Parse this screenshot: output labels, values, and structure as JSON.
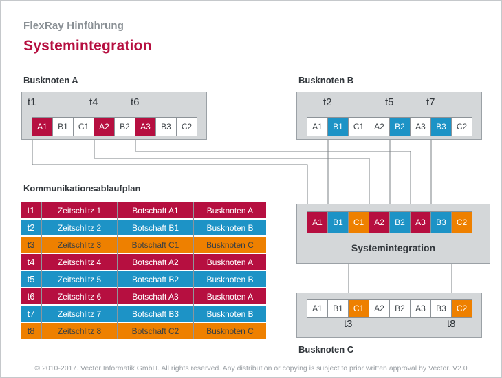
{
  "header": {
    "subtitle": "FlexRay Hinführung",
    "title": "Systemintegration"
  },
  "nodes": {
    "a": {
      "label": "Busknoten A",
      "time_labels": [
        {
          "label": "t1",
          "slot": 0
        },
        {
          "label": "t4",
          "slot": 3
        },
        {
          "label": "t6",
          "slot": 5
        }
      ],
      "slots": [
        {
          "label": "A1",
          "color": "red"
        },
        {
          "label": "B1",
          "color": "plain"
        },
        {
          "label": "C1",
          "color": "plain"
        },
        {
          "label": "A2",
          "color": "red"
        },
        {
          "label": "B2",
          "color": "plain"
        },
        {
          "label": "A3",
          "color": "red"
        },
        {
          "label": "B3",
          "color": "plain"
        },
        {
          "label": "C2",
          "color": "plain"
        }
      ]
    },
    "b": {
      "label": "Busknoten B",
      "time_labels": [
        {
          "label": "t2",
          "slot": 1
        },
        {
          "label": "t5",
          "slot": 4
        },
        {
          "label": "t7",
          "slot": 6
        }
      ],
      "slots": [
        {
          "label": "A1",
          "color": "plain"
        },
        {
          "label": "B1",
          "color": "blue"
        },
        {
          "label": "C1",
          "color": "plain"
        },
        {
          "label": "A2",
          "color": "plain"
        },
        {
          "label": "B2",
          "color": "blue"
        },
        {
          "label": "A3",
          "color": "plain"
        },
        {
          "label": "B3",
          "color": "blue"
        },
        {
          "label": "C2",
          "color": "plain"
        }
      ]
    },
    "c": {
      "label": "Busknoten C",
      "time_labels": [
        {
          "label": "t3",
          "slot": 2
        },
        {
          "label": "t8",
          "slot": 7
        }
      ],
      "slots": [
        {
          "label": "A1",
          "color": "plain"
        },
        {
          "label": "B1",
          "color": "plain"
        },
        {
          "label": "C1",
          "color": "orange"
        },
        {
          "label": "A2",
          "color": "plain"
        },
        {
          "label": "B2",
          "color": "plain"
        },
        {
          "label": "A3",
          "color": "plain"
        },
        {
          "label": "B3",
          "color": "plain"
        },
        {
          "label": "C2",
          "color": "orange"
        }
      ]
    }
  },
  "integration": {
    "label": "Systemintegration",
    "slots": [
      {
        "label": "A1",
        "color": "red"
      },
      {
        "label": "B1",
        "color": "blue"
      },
      {
        "label": "C1",
        "color": "orange"
      },
      {
        "label": "A2",
        "color": "red"
      },
      {
        "label": "B2",
        "color": "blue"
      },
      {
        "label": "A3",
        "color": "red"
      },
      {
        "label": "B3",
        "color": "blue"
      },
      {
        "label": "C2",
        "color": "orange"
      }
    ]
  },
  "schedule": {
    "label": "Kommunikationsablaufplan",
    "rows": [
      {
        "t": "t1",
        "slot": "Zeitschlitz 1",
        "message": "Botschaft A1",
        "node": "Busknoten A",
        "color": "red"
      },
      {
        "t": "t2",
        "slot": "Zeitschlitz 2",
        "message": "Botschaft B1",
        "node": "Busknoten B",
        "color": "blue"
      },
      {
        "t": "t3",
        "slot": "Zeitschlitz 3",
        "message": "Botschaft C1",
        "node": "Busknoten C",
        "color": "orange"
      },
      {
        "t": "t4",
        "slot": "Zeitschlitz 4",
        "message": "Botschaft A2",
        "node": "Busknoten A",
        "color": "red"
      },
      {
        "t": "t5",
        "slot": "Zeitschlitz 5",
        "message": "Botschaft B2",
        "node": "Busknoten B",
        "color": "blue"
      },
      {
        "t": "t6",
        "slot": "Zeitschlitz 6",
        "message": "Botschaft A3",
        "node": "Busknoten A",
        "color": "red"
      },
      {
        "t": "t7",
        "slot": "Zeitschlitz 7",
        "message": "Botschaft B3",
        "node": "Busknoten B",
        "color": "blue"
      },
      {
        "t": "t8",
        "slot": "Zeitschlitz 8",
        "message": "Botschaft C2",
        "node": "Busknoten C",
        "color": "orange"
      }
    ]
  },
  "footer": "© 2010-2017. Vector Informatik GmbH. All rights reserved. Any distribution or copying is subject to prior written approval by Vector. V2.0",
  "colors": {
    "red": "#b60f40",
    "blue": "#1d93c6",
    "orange": "#ee8000",
    "box_fill": "#d4d7d9",
    "box_border": "#9ba1a6",
    "wire": "#7b8184",
    "title_red": "#b60f40",
    "subtitle_gray": "#8a9095"
  }
}
